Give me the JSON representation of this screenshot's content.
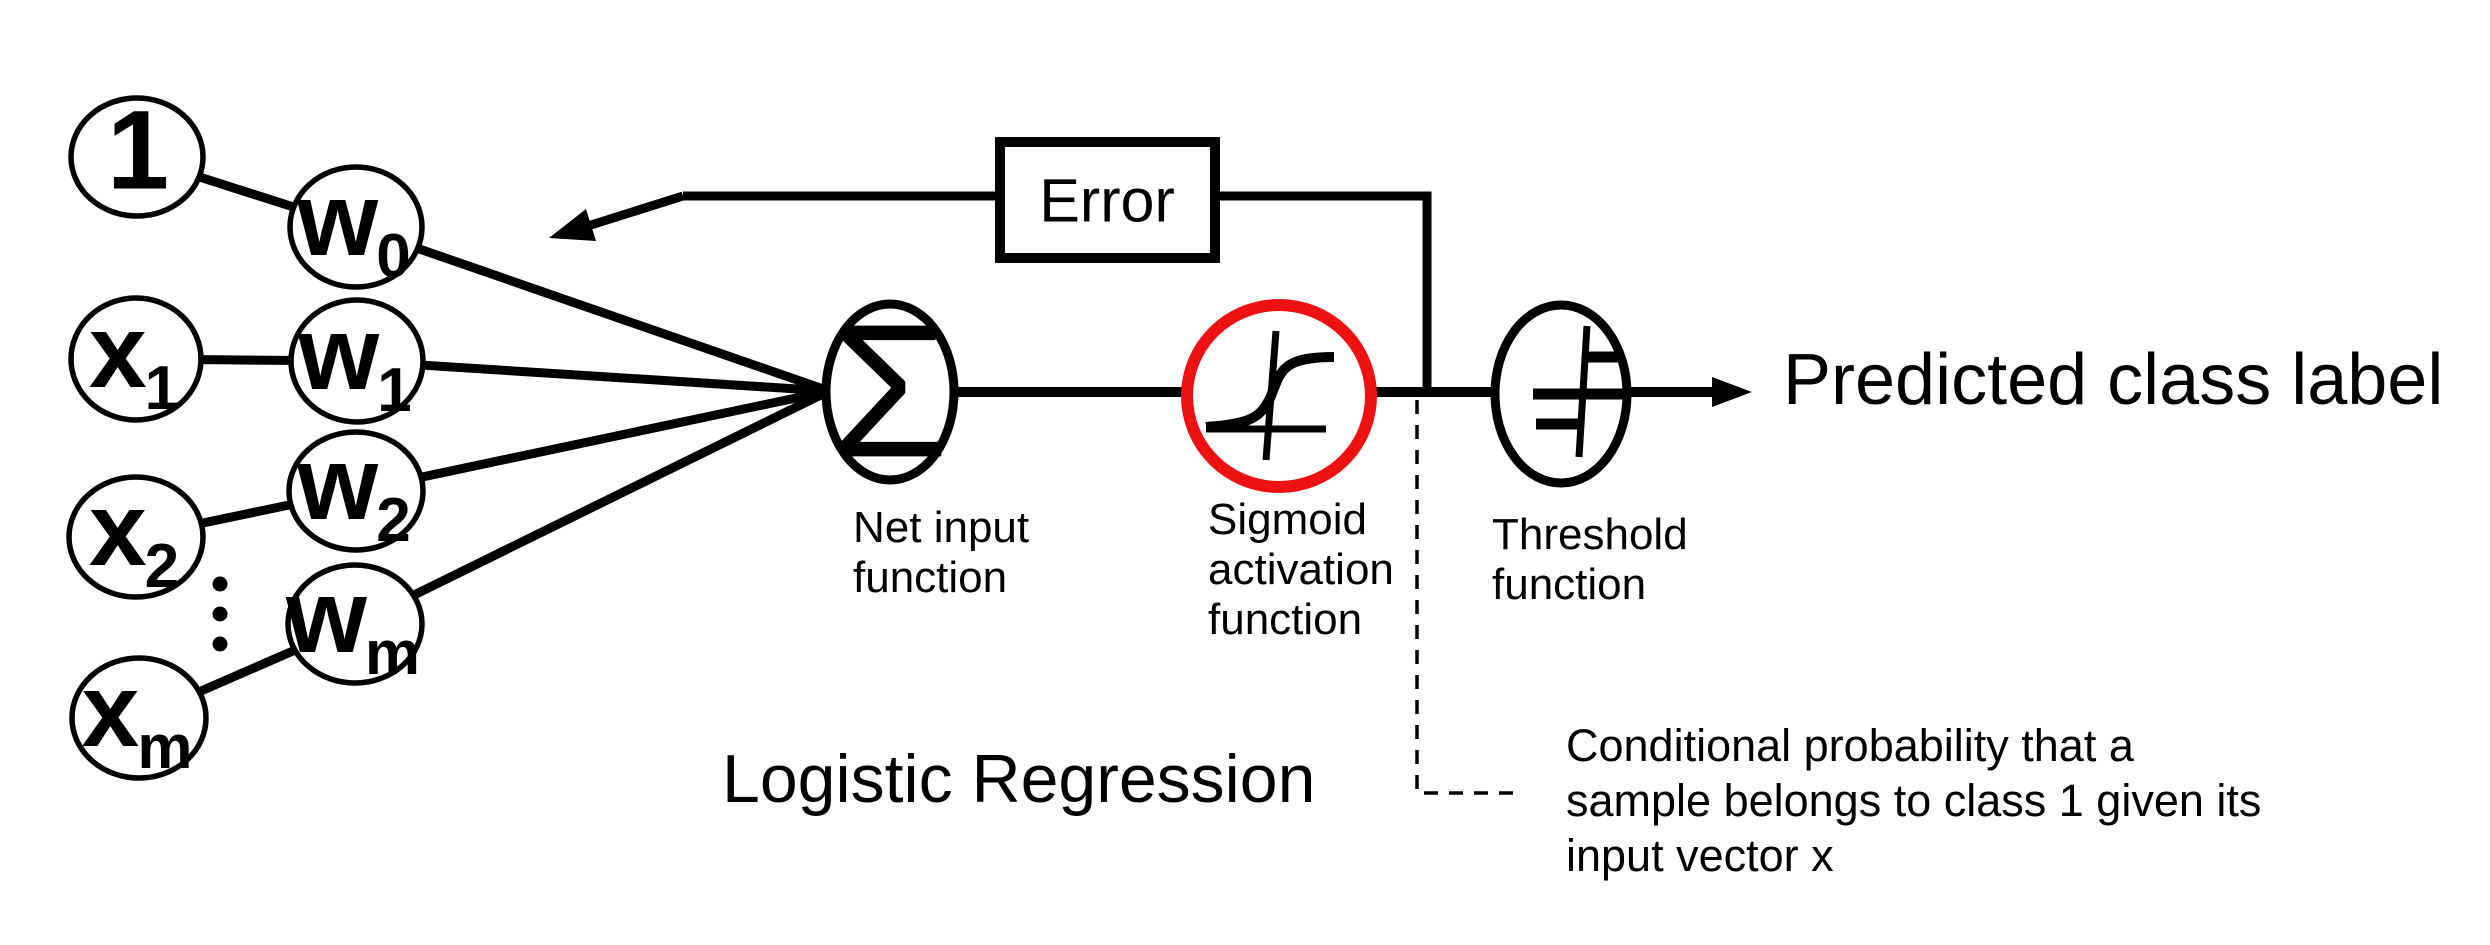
{
  "palette": {
    "ink": "#000000",
    "sigmoid_ring_red": "#ee1111",
    "paper": "#ffffff"
  },
  "nodes": {
    "inputs": [
      {
        "base": "1",
        "sub": ""
      },
      {
        "base": "x",
        "sub": "1"
      },
      {
        "base": "x",
        "sub": "2"
      },
      {
        "base": "x",
        "sub": "m"
      }
    ],
    "weights": [
      {
        "base": "w",
        "sub": "0"
      },
      {
        "base": "w",
        "sub": "1"
      },
      {
        "base": "w",
        "sub": "2"
      },
      {
        "base": "w",
        "sub": "m"
      }
    ],
    "net_input": {
      "symbol": "Σ",
      "label": [
        "Net input",
        "function"
      ]
    },
    "sigmoid": {
      "label": [
        "Sigmoid",
        "activation",
        "function"
      ]
    },
    "threshold": {
      "label": [
        "Threshold",
        "function"
      ]
    }
  },
  "error_box": {
    "label": "Error"
  },
  "output": {
    "label": "Predicted class label"
  },
  "title": "Logistic Regression",
  "annotation": {
    "lines": [
      "Conditional probability that a",
      "sample belongs to class 1 given its",
      "input vector x"
    ]
  }
}
